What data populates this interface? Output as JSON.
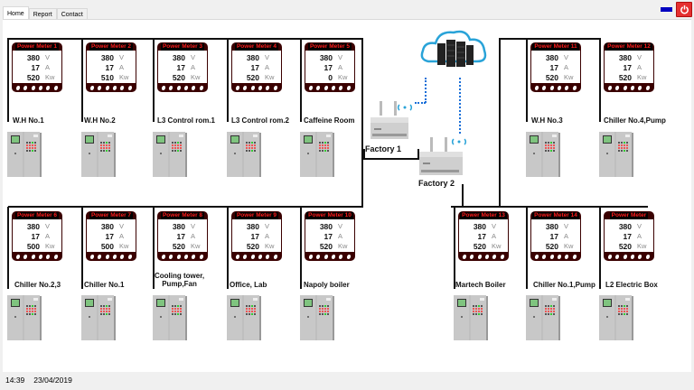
{
  "window": {
    "tabs": [
      {
        "label": "Home",
        "active": true
      },
      {
        "label": "Report",
        "active": false
      },
      {
        "label": "Contact",
        "active": false
      }
    ],
    "minimize_icon": "minimize-icon",
    "power_icon": "power-icon"
  },
  "network": {
    "cloud_icon": "cloud-server-icon",
    "factories": [
      {
        "label": "Factory 1",
        "icon": "router-icon"
      },
      {
        "label": "Factory 2",
        "icon": "router-icon"
      }
    ]
  },
  "units": {
    "voltage": "V",
    "current": "A",
    "power": "Kw"
  },
  "meters": [
    {
      "title": "Power Meter 1",
      "voltage": "380",
      "current": "17",
      "power": "520",
      "location": "W.H No.1"
    },
    {
      "title": "Power Meter 2",
      "voltage": "380",
      "current": "17",
      "power": "510",
      "location": "W.H No.2"
    },
    {
      "title": "Power Meter 3",
      "voltage": "380",
      "current": "17",
      "power": "520",
      "location": "L3 Control rom.1"
    },
    {
      "title": "Power Meter 4",
      "voltage": "380",
      "current": "17",
      "power": "520",
      "location": "L3 Control rom.2"
    },
    {
      "title": "Power Meter 5",
      "voltage": "380",
      "current": "17",
      "power": "0",
      "location": "Caffeine Room"
    },
    {
      "title": "Power Meter 11",
      "voltage": "380",
      "current": "17",
      "power": "520",
      "location": "W.H No.3"
    },
    {
      "title": "Power Meter 12",
      "voltage": "380",
      "current": "17",
      "power": "520",
      "location": "Chiller No.4,Pump"
    },
    {
      "title": "Power Meter 6",
      "voltage": "380",
      "current": "17",
      "power": "500",
      "location": "Chiller No.2,3"
    },
    {
      "title": "Power Meter 7",
      "voltage": "380",
      "current": "17",
      "power": "500",
      "location": "Chiller No.1"
    },
    {
      "title": "Power Meter 8",
      "voltage": "380",
      "current": "17",
      "power": "520",
      "location": "Cooling tower,\nPump,Fan"
    },
    {
      "title": "Power Meter 9",
      "voltage": "380",
      "current": "17",
      "power": "520",
      "location": "Office, Lab"
    },
    {
      "title": "Power Meter 10",
      "voltage": "380",
      "current": "17",
      "power": "520",
      "location": "Napoly boiler"
    },
    {
      "title": "Power Meter 13",
      "voltage": "380",
      "current": "17",
      "power": "520",
      "location": "Martech Boiler"
    },
    {
      "title": "Power Meter 14",
      "voltage": "380",
      "current": "17",
      "power": "520",
      "location": "Chiller No.1,Pump"
    },
    {
      "title": "Power Meter",
      "voltage": "380",
      "current": "17",
      "power": "520",
      "location": "L2 Electric Box"
    }
  ],
  "status": {
    "time": "14:39",
    "date": "23/04/2019"
  }
}
